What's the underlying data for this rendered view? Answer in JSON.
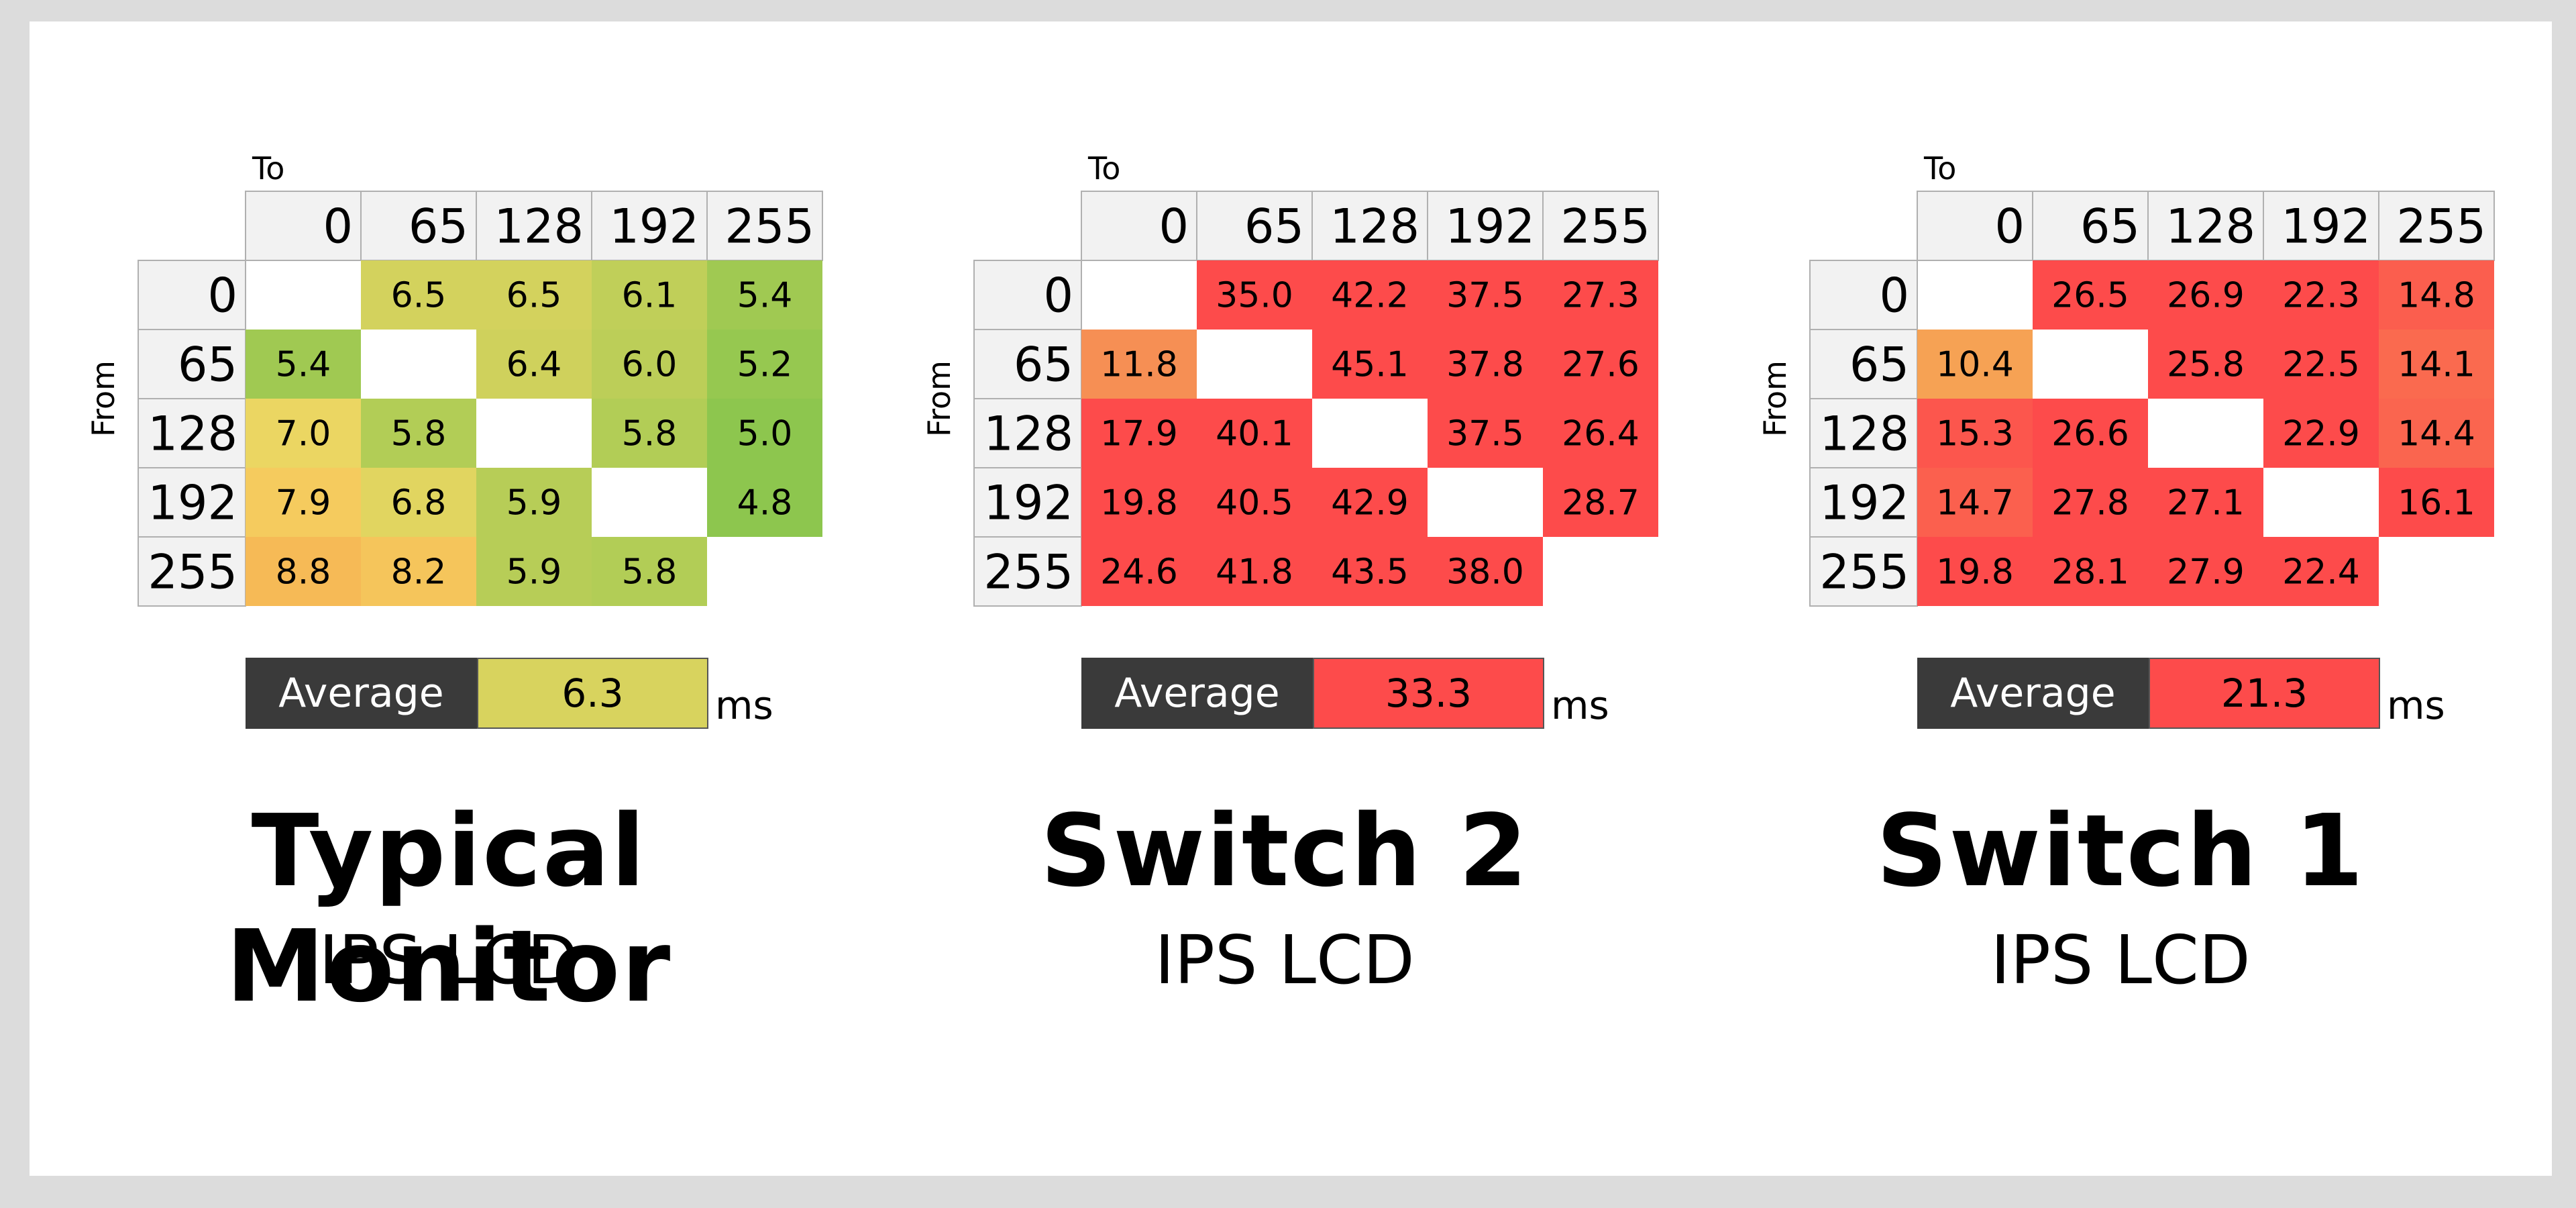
{
  "axes": {
    "to_label": "To",
    "from_label": "From",
    "levels": [
      "0",
      "65",
      "128",
      "192",
      "255"
    ]
  },
  "average_label": "Average",
  "unit": "ms",
  "chart_data": [
    {
      "type": "heatmap",
      "title": "Typical Monitor",
      "subtitle": "IPS LCD",
      "xlabel": "To",
      "ylabel": "From",
      "x": [
        "0",
        "65",
        "128",
        "192",
        "255"
      ],
      "y": [
        "0",
        "65",
        "128",
        "192",
        "255"
      ],
      "values": [
        [
          null,
          6.5,
          6.5,
          6.1,
          5.4
        ],
        [
          5.4,
          null,
          6.4,
          6.0,
          5.2
        ],
        [
          7.0,
          5.8,
          null,
          5.8,
          5.0
        ],
        [
          7.9,
          6.8,
          5.9,
          null,
          4.8
        ],
        [
          8.8,
          8.2,
          5.9,
          5.8,
          null
        ]
      ],
      "labels": [
        [
          "",
          "6.5",
          "6.5",
          "6.1",
          "5.4"
        ],
        [
          "5.4",
          "",
          "6.4",
          "6.0",
          "5.2"
        ],
        [
          "7.0",
          "5.8",
          "",
          "5.8",
          "5.0"
        ],
        [
          "7.9",
          "6.8",
          "5.9",
          "",
          "4.8"
        ],
        [
          "8.8",
          "8.2",
          "5.9",
          "5.8",
          ""
        ]
      ],
      "average": "6.3",
      "average_color": "#d8d35e"
    },
    {
      "type": "heatmap",
      "title": "Switch 2",
      "subtitle": "IPS LCD",
      "xlabel": "To",
      "ylabel": "From",
      "x": [
        "0",
        "65",
        "128",
        "192",
        "255"
      ],
      "y": [
        "0",
        "65",
        "128",
        "192",
        "255"
      ],
      "values": [
        [
          null,
          35.0,
          42.2,
          37.5,
          27.3
        ],
        [
          11.8,
          null,
          45.1,
          37.8,
          27.6
        ],
        [
          17.9,
          40.1,
          null,
          37.5,
          26.4
        ],
        [
          19.8,
          40.5,
          42.9,
          null,
          28.7
        ],
        [
          24.6,
          41.8,
          43.5,
          38.0,
          null
        ]
      ],
      "labels": [
        [
          "",
          "35.0",
          "42.2",
          "37.5",
          "27.3"
        ],
        [
          "11.8",
          "",
          "45.1",
          "37.8",
          "27.6"
        ],
        [
          "17.9",
          "40.1",
          "",
          "37.5",
          "26.4"
        ],
        [
          "19.8",
          "40.5",
          "42.9",
          "",
          "28.7"
        ],
        [
          "24.6",
          "41.8",
          "43.5",
          "38.0",
          ""
        ]
      ],
      "average": "33.3",
      "average_color": "#fd4b4b"
    },
    {
      "type": "heatmap",
      "title": "Switch 1",
      "subtitle": "IPS LCD",
      "xlabel": "To",
      "ylabel": "From",
      "x": [
        "0",
        "65",
        "128",
        "192",
        "255"
      ],
      "y": [
        "0",
        "65",
        "128",
        "192",
        "255"
      ],
      "values": [
        [
          null,
          26.5,
          26.9,
          22.3,
          14.8
        ],
        [
          10.4,
          null,
          25.8,
          22.5,
          14.1
        ],
        [
          15.3,
          26.6,
          null,
          22.9,
          14.4
        ],
        [
          14.7,
          27.8,
          27.1,
          null,
          16.1
        ],
        [
          19.8,
          28.1,
          27.9,
          22.4,
          null
        ]
      ],
      "labels": [
        [
          "",
          "26.5",
          "26.9",
          "22.3",
          "14.8"
        ],
        [
          "10.4",
          "",
          "25.8",
          "22.5",
          "14.1"
        ],
        [
          "15.3",
          "26.6",
          "",
          "22.9",
          "14.4"
        ],
        [
          "14.7",
          "27.8",
          "27.1",
          "",
          "16.1"
        ],
        [
          "19.8",
          "28.1",
          "27.9",
          "22.4",
          ""
        ]
      ],
      "average": "21.3",
      "average_color": "#fd4b4b"
    }
  ]
}
